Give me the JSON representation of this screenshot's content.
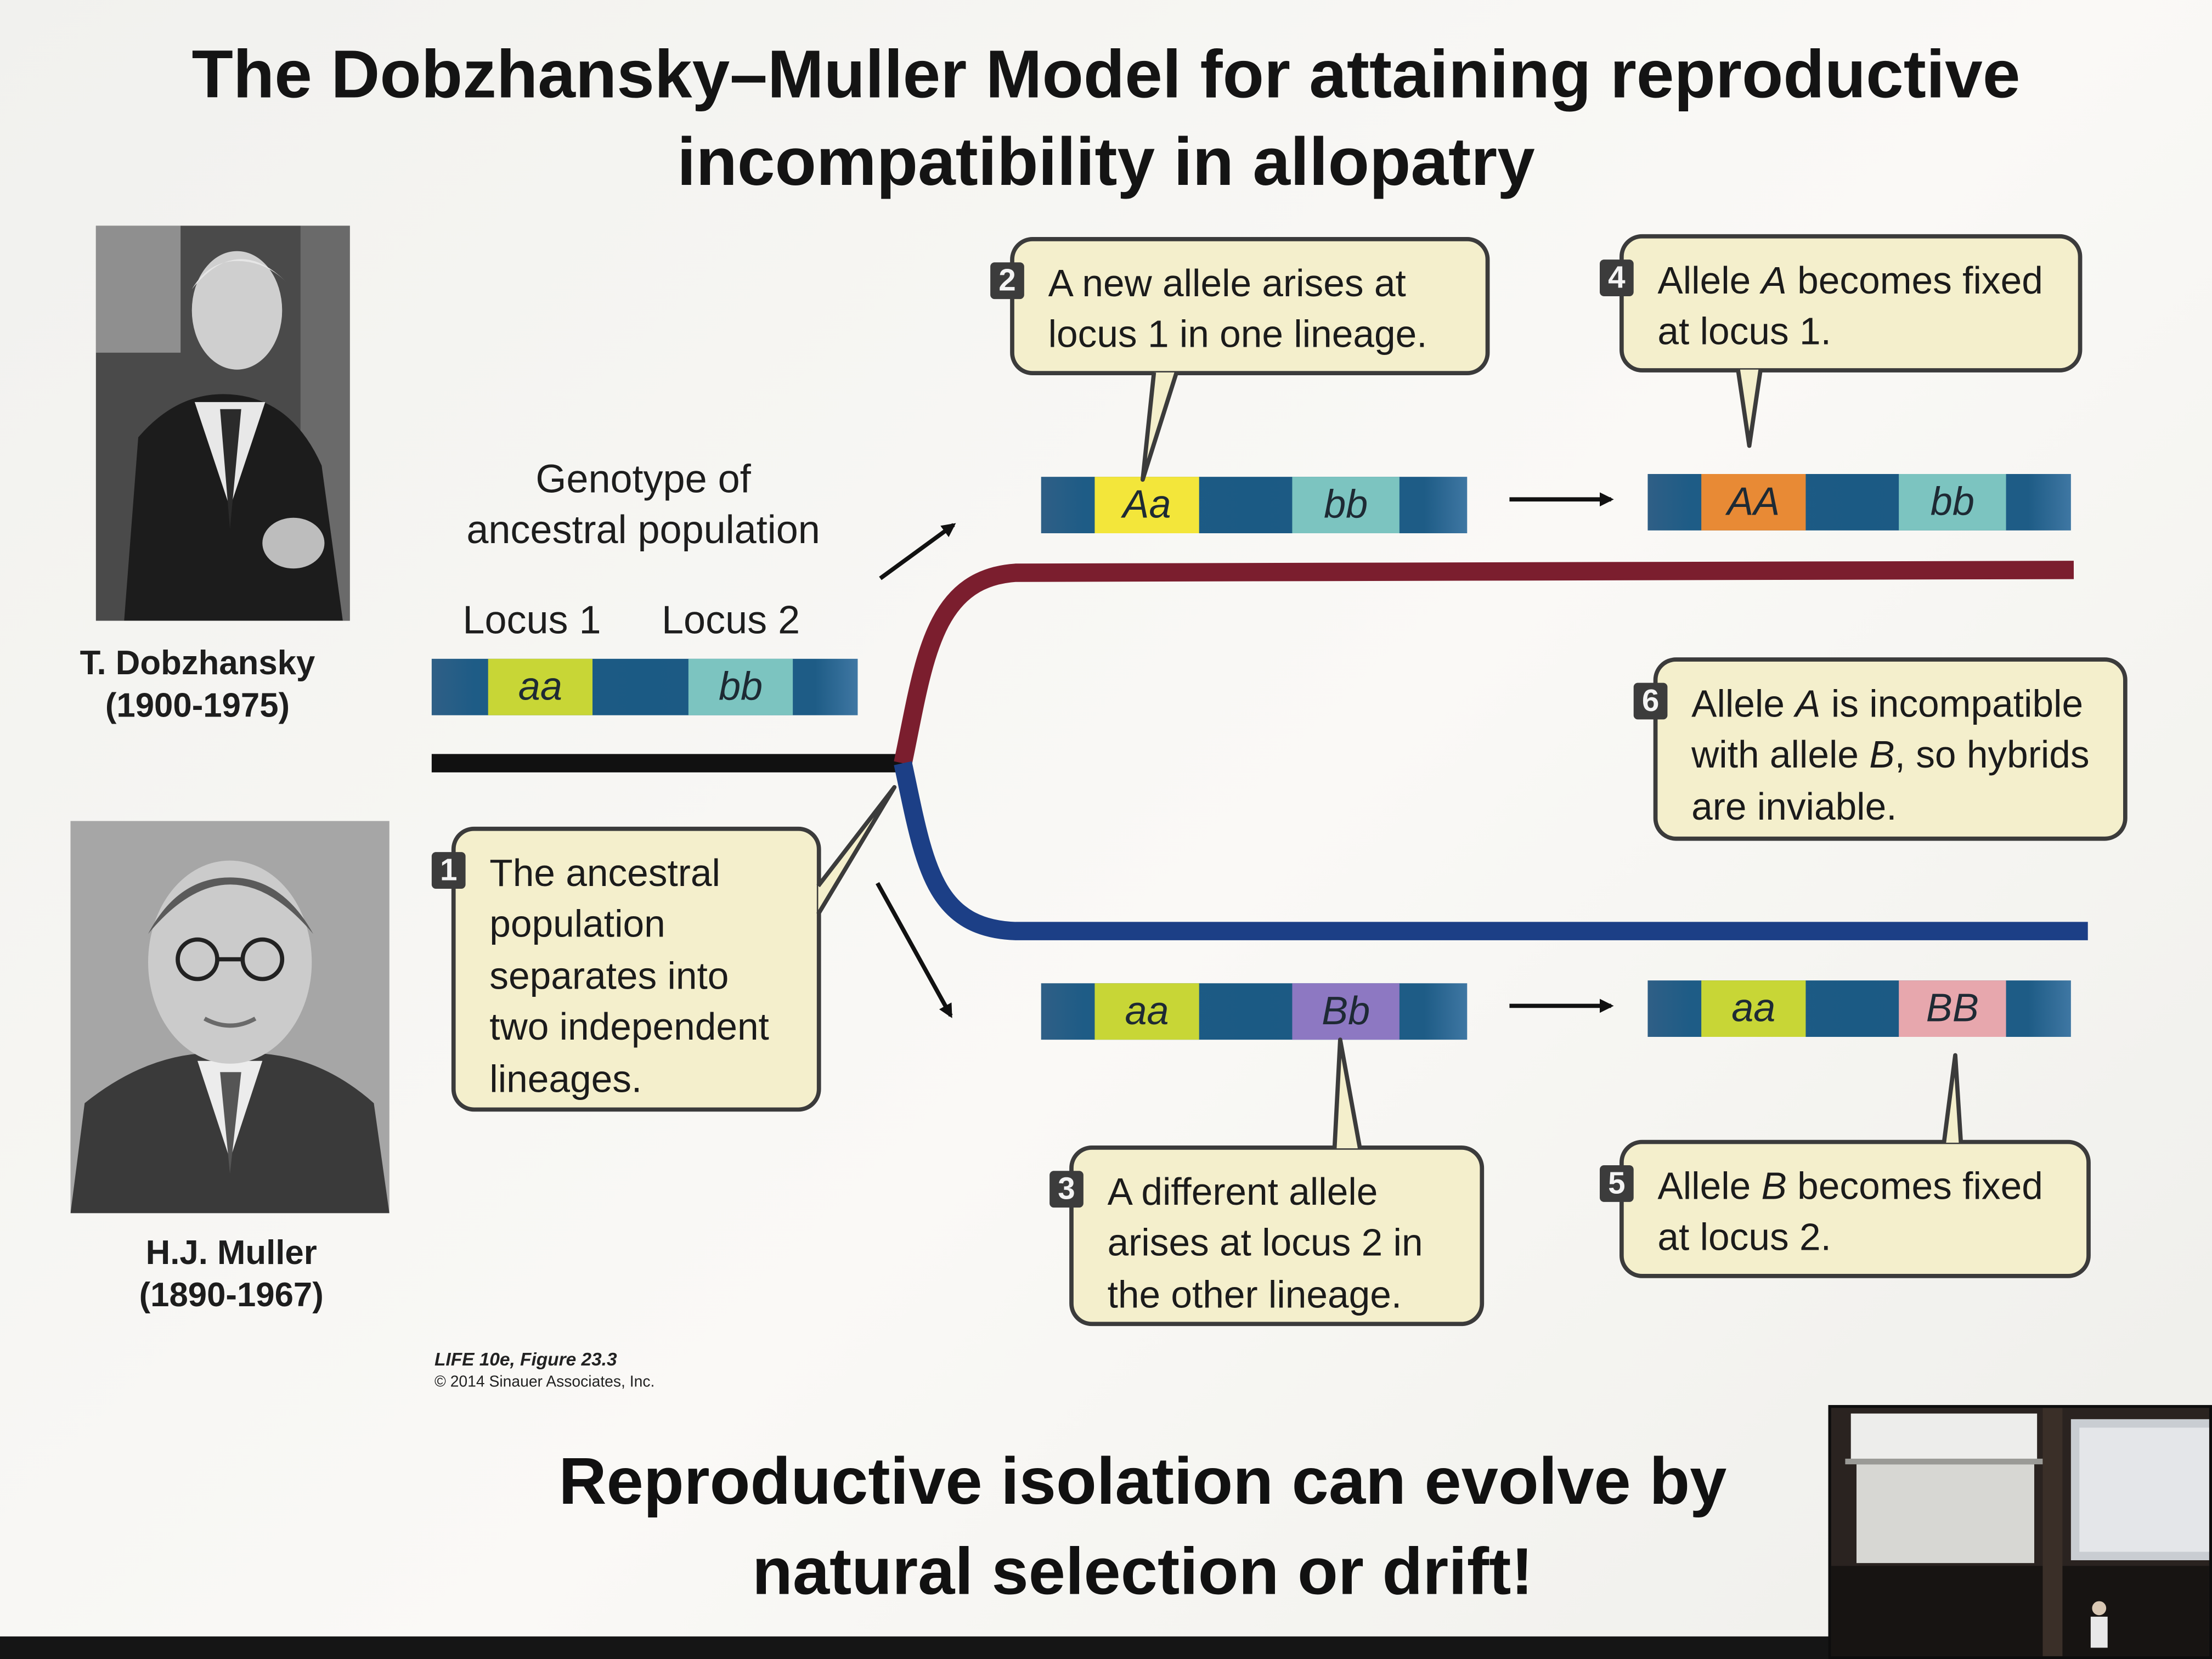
{
  "slide": {
    "title_line1": "The Dobzhansky–Muller Model for attaining reproductive",
    "title_line2": "incompatibility in allopatry",
    "bottom_line1": "Reproductive isolation can evolve by",
    "bottom_line2": "natural selection or drift!",
    "credit_line1": "LIFE 10e, Figure 23.3",
    "credit_line2": "© 2014 Sinauer Associates, Inc."
  },
  "scientists": [
    {
      "name": "T. Dobzhansky",
      "years": "(1900-1975)"
    },
    {
      "name": "H.J. Muller",
      "years": "(1890-1967)"
    }
  ],
  "diagram": {
    "genotype_label_line1": "Genotype of",
    "genotype_label_line2": "ancestral population",
    "locus1_label": "Locus 1",
    "locus2_label": "Locus 2",
    "chromosomes": {
      "ancestral": {
        "locus1": "aa",
        "locus2": "bb"
      },
      "top_early": {
        "locus1": "Aa",
        "locus2": "bb"
      },
      "top_late": {
        "locus1": "AA",
        "locus2": "bb"
      },
      "bottom_early": {
        "locus1": "aa",
        "locus2": "Bb"
      },
      "bottom_late": {
        "locus1": "aa",
        "locus2": "BB"
      }
    },
    "allele_colors": {
      "aa": "#c8d636",
      "bb": "#7cc4c0",
      "Aa": "#f3e63a",
      "AA": "#e88a35",
      "Bb": "#8d78c2",
      "BB": "#e7a7ad"
    },
    "lineage_colors": {
      "top": "#7b1e2e",
      "bottom": "#1c3f86",
      "ancestral": "#111111"
    },
    "callouts": [
      {
        "num": "1",
        "lines": [
          "The ancestral",
          "population",
          "separates into",
          "two independent",
          "lineages."
        ]
      },
      {
        "num": "2",
        "lines": [
          "A new allele arises at",
          "locus 1 in one lineage."
        ]
      },
      {
        "num": "3",
        "lines": [
          "A different allele",
          "arises at locus 2 in",
          "the other lineage."
        ]
      },
      {
        "num": "4",
        "pre": "Allele ",
        "it": "A",
        "post": " becomes fixed",
        "line2": "at locus 1."
      },
      {
        "num": "5",
        "pre": "Allele ",
        "it": "B",
        "post": " becomes fixed",
        "line2": "at locus 2."
      },
      {
        "num": "6",
        "l1_pre": "Allele ",
        "l1_it": "A",
        "l1_post": " is incompatible",
        "l2_pre": "with allele ",
        "l2_it": "B",
        "l2_post": ", so hybrids",
        "line3": "are inviable."
      }
    ]
  }
}
